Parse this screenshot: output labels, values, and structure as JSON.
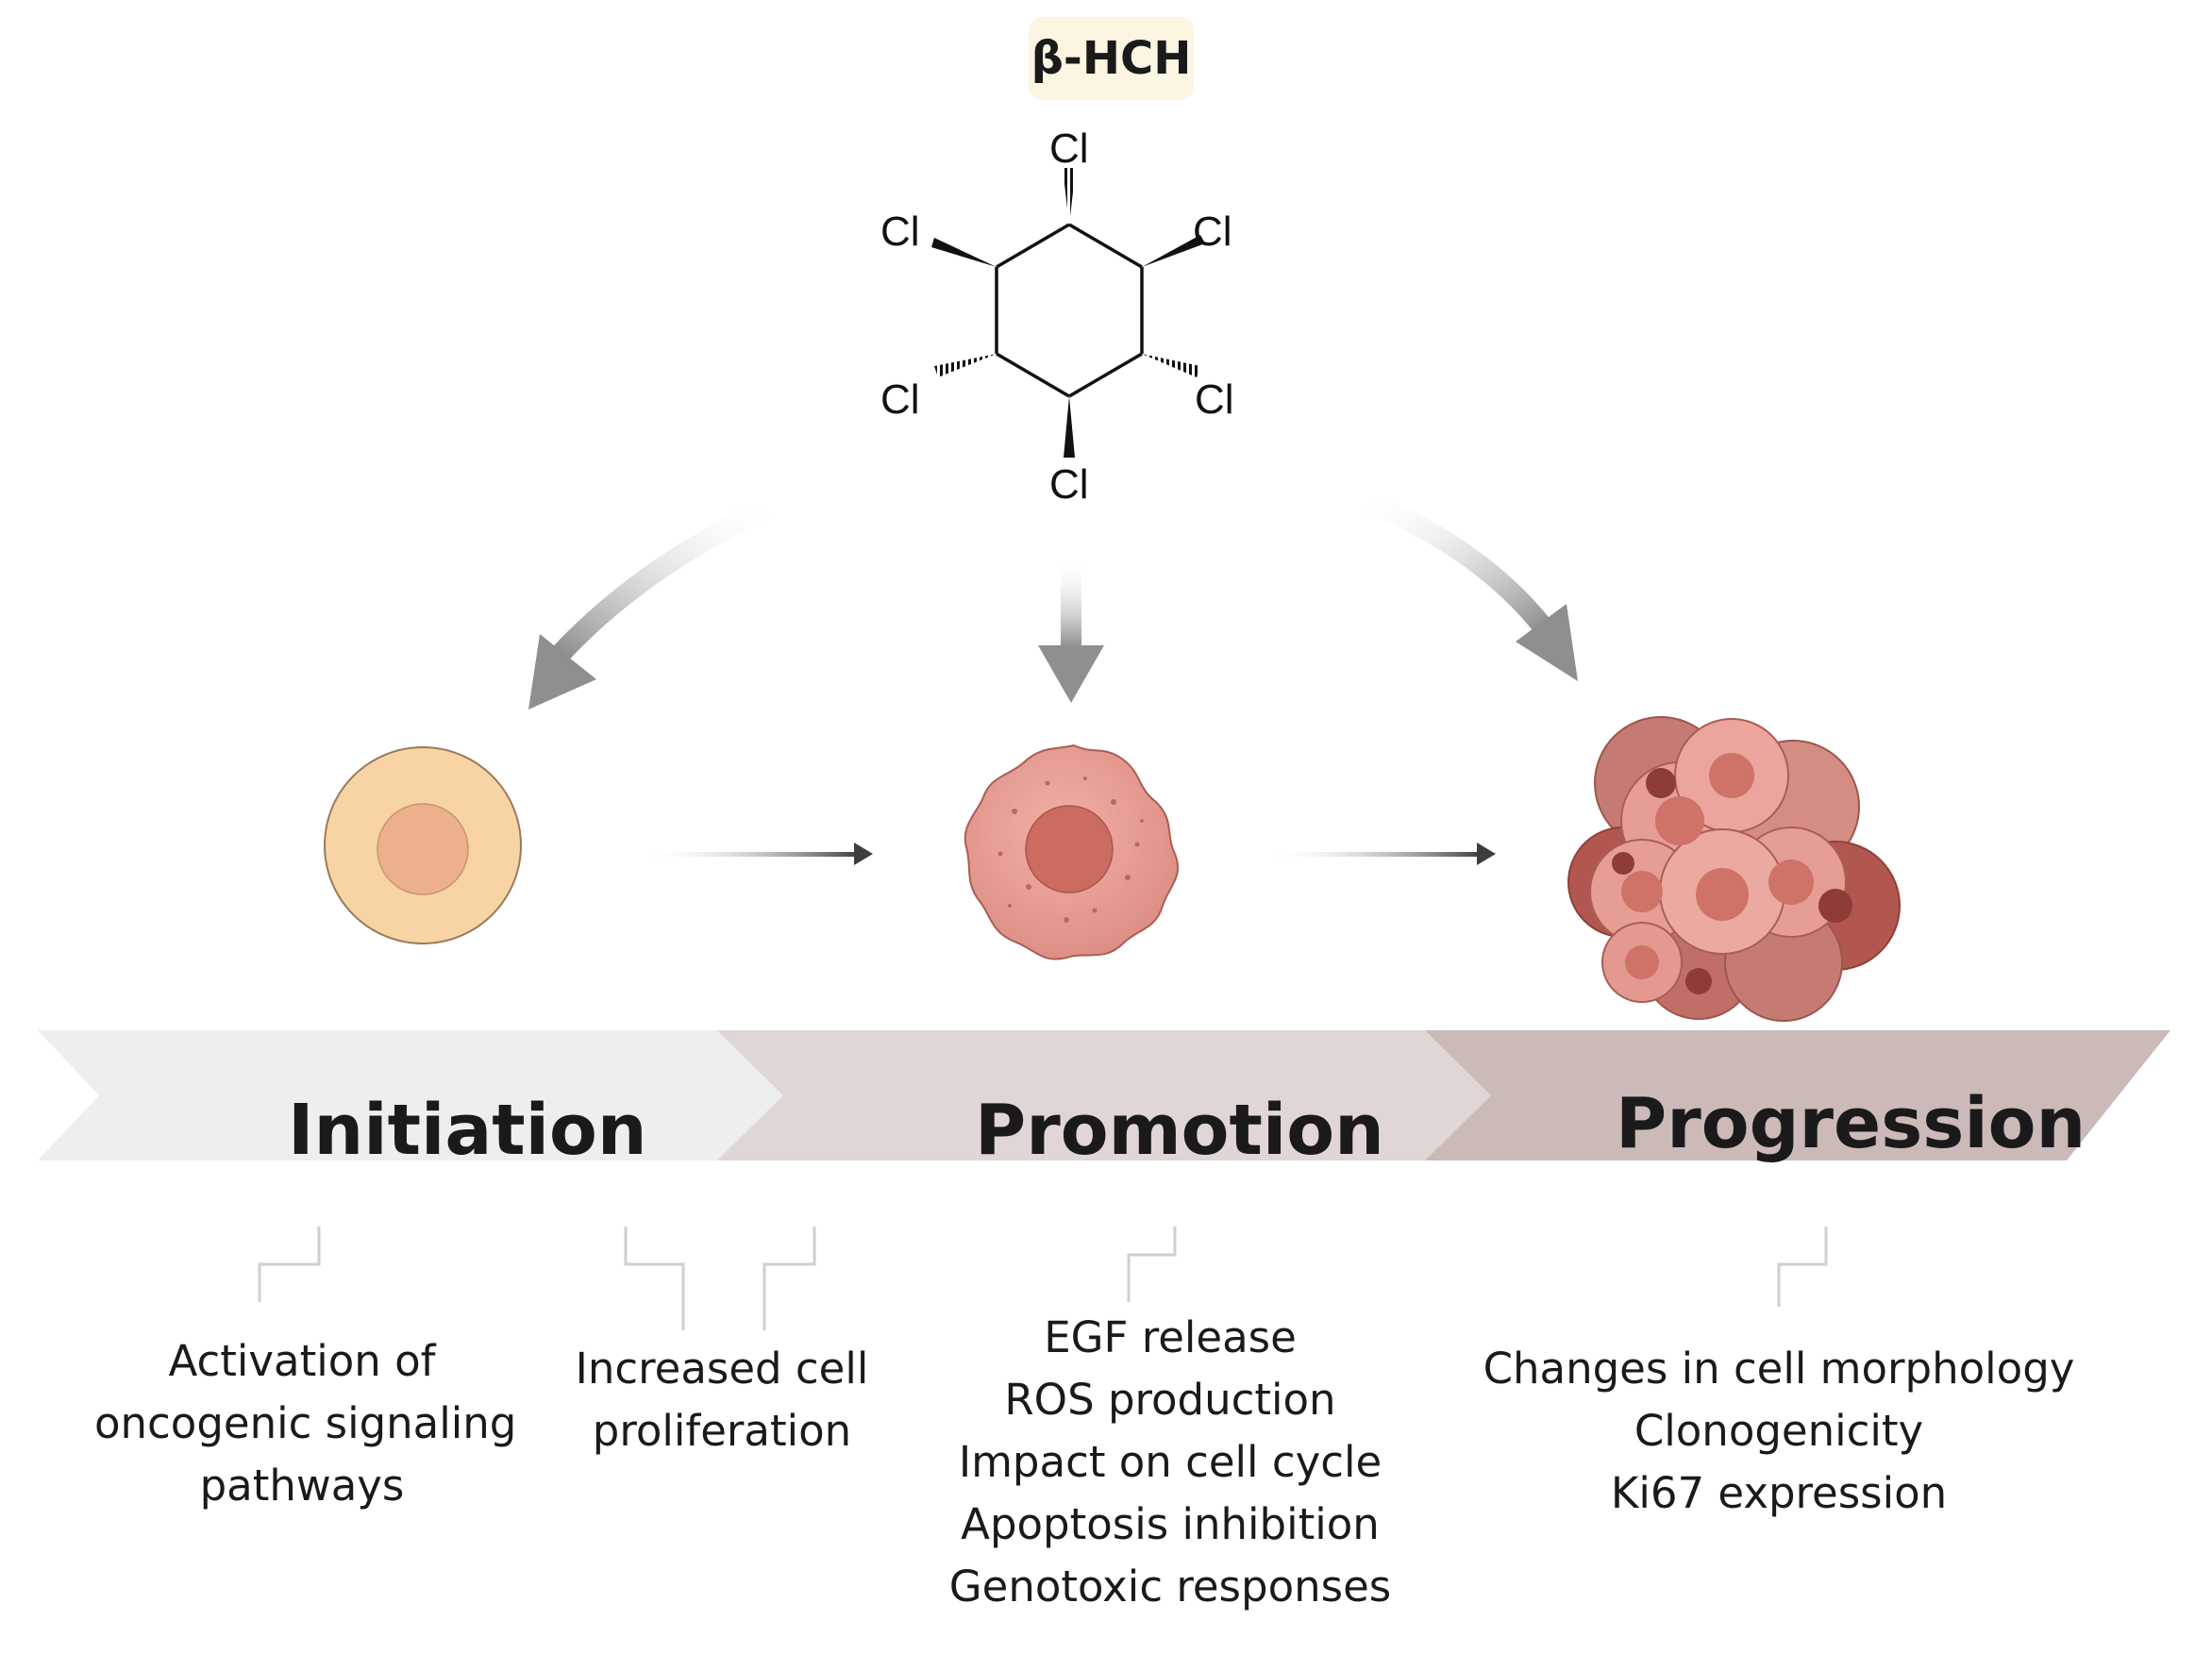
{
  "compound": {
    "name": "β-HCH",
    "atom_label": "Cl"
  },
  "stages": [
    {
      "label": "Initiation",
      "color": "#eceef0"
    },
    {
      "label": "Promotion",
      "color": "#e0d6d5"
    },
    {
      "label": "Progression",
      "color": "#cbbab8"
    }
  ],
  "effects": {
    "initiation_a": [
      "Activation of",
      "oncogenic signaling",
      "pathways"
    ],
    "initiation_b": [
      "Increased cell",
      "proliferation"
    ],
    "promotion": [
      "EGF release",
      "ROS production",
      "Impact on cell cycle",
      "Apoptosis inhibition",
      "Genotoxic responses"
    ],
    "progression": [
      "Changes in cell morphology",
      "Clonogenicity",
      "Ki67 expression"
    ]
  },
  "colors": {
    "normal_cell": "#f8d3a4",
    "normal_nucleus": "#edb08c",
    "promoted_cell": "#e9a49b",
    "promoted_nucleus": "#cc6c60",
    "tumor_dark": "#b2574f",
    "arrow_grey": "#8f8f8f",
    "connector": "#cfcfcf"
  }
}
